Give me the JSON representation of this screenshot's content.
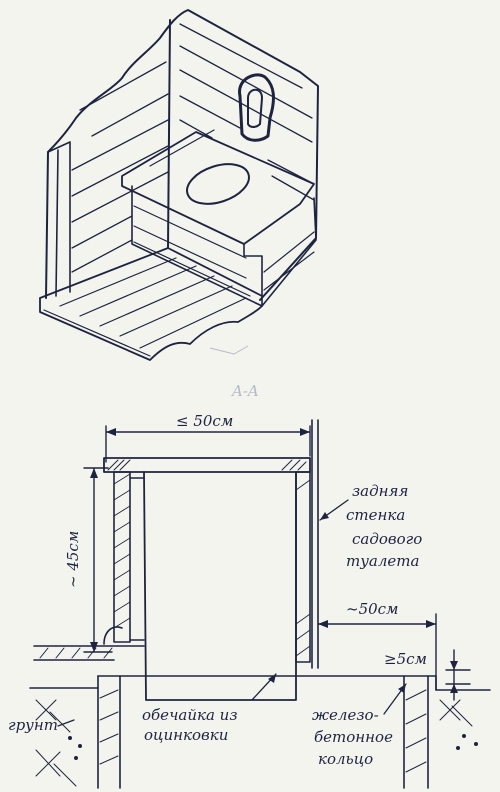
{
  "section_label": "A-A",
  "dimensions": {
    "width_top": "≤ 50см",
    "height": "~ 45см",
    "offset": "~50см",
    "raise": "≥5см"
  },
  "callouts": {
    "back_wall": [
      "задняя",
      "стенка",
      "садового",
      "туалета"
    ],
    "shell": [
      "обечайка из",
      "оцинковки"
    ],
    "ring": [
      "железо-",
      "бетонное",
      "кольцо"
    ],
    "ground": "грунт"
  },
  "colors": {
    "ink": "#1e2440",
    "paper": "#f4f4ef"
  }
}
